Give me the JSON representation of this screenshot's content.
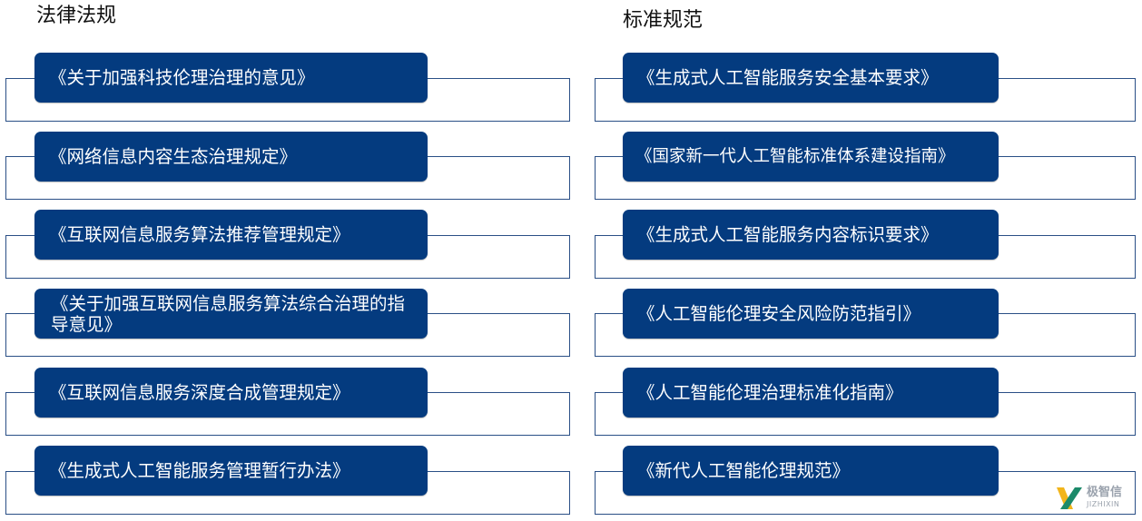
{
  "left": {
    "heading": "法律法规",
    "items": [
      "《关于加强科技伦理治理的意见》",
      "《网络信息内容生态治理规定》",
      "《互联网信息服务算法推荐管理规定》",
      "《关于加强互联网信息服务算法综合治理的指导意见》",
      "《互联网信息服务深度合成管理规定》",
      "《生成式人工智能服务管理暂行办法》"
    ]
  },
  "right": {
    "heading": "标准规范",
    "items": [
      "《生成式人工智能服务安全基本要求》",
      "《国家新一代人工智能标准体系建设指南》",
      "《生成式人工智能服务内容标识要求》",
      "《人工智能伦理安全风险防范指引》",
      "《人工智能伦理治理标准化指南》",
      "《新代人工智能伦理规范》"
    ]
  },
  "watermark": {
    "text": "极智信",
    "sub": "JIZHIXIN",
    "colors": {
      "x_left": "#f2b51c",
      "x_right": "#1c8a6a"
    }
  },
  "colors": {
    "pill_fill": "#043b7f",
    "outline": "#2a4f86"
  }
}
